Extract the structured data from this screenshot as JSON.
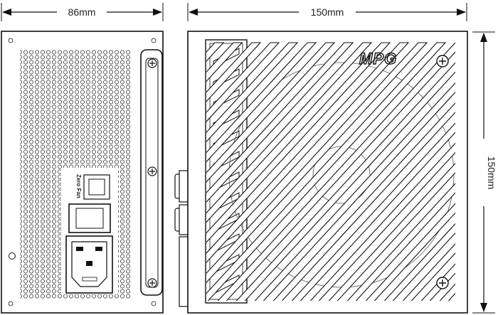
{
  "dimensions": {
    "back_width": "86mm",
    "top_width": "150mm",
    "top_height": "150mm"
  },
  "labels": {
    "zero_fan": "Zero Fan",
    "logo": "MPG"
  },
  "colors": {
    "line": "#111111",
    "background": "#ffffff"
  }
}
